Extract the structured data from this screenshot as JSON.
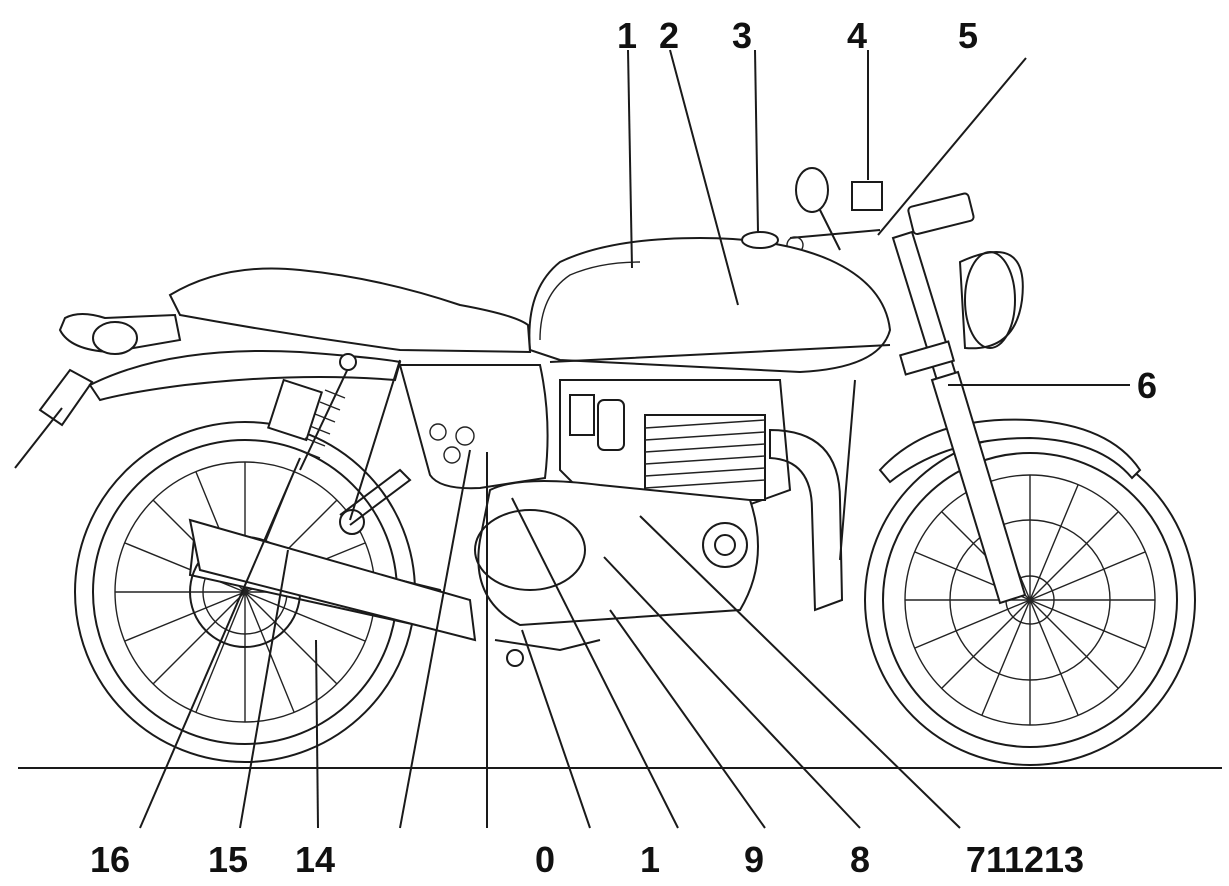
{
  "diagram": {
    "top_labels": [
      "1",
      "2",
      "3",
      "4",
      "5"
    ],
    "right_label": "6",
    "bottom_labels": [
      "16",
      "15",
      "14",
      "0",
      "1",
      "9",
      "8",
      "711213"
    ]
  }
}
